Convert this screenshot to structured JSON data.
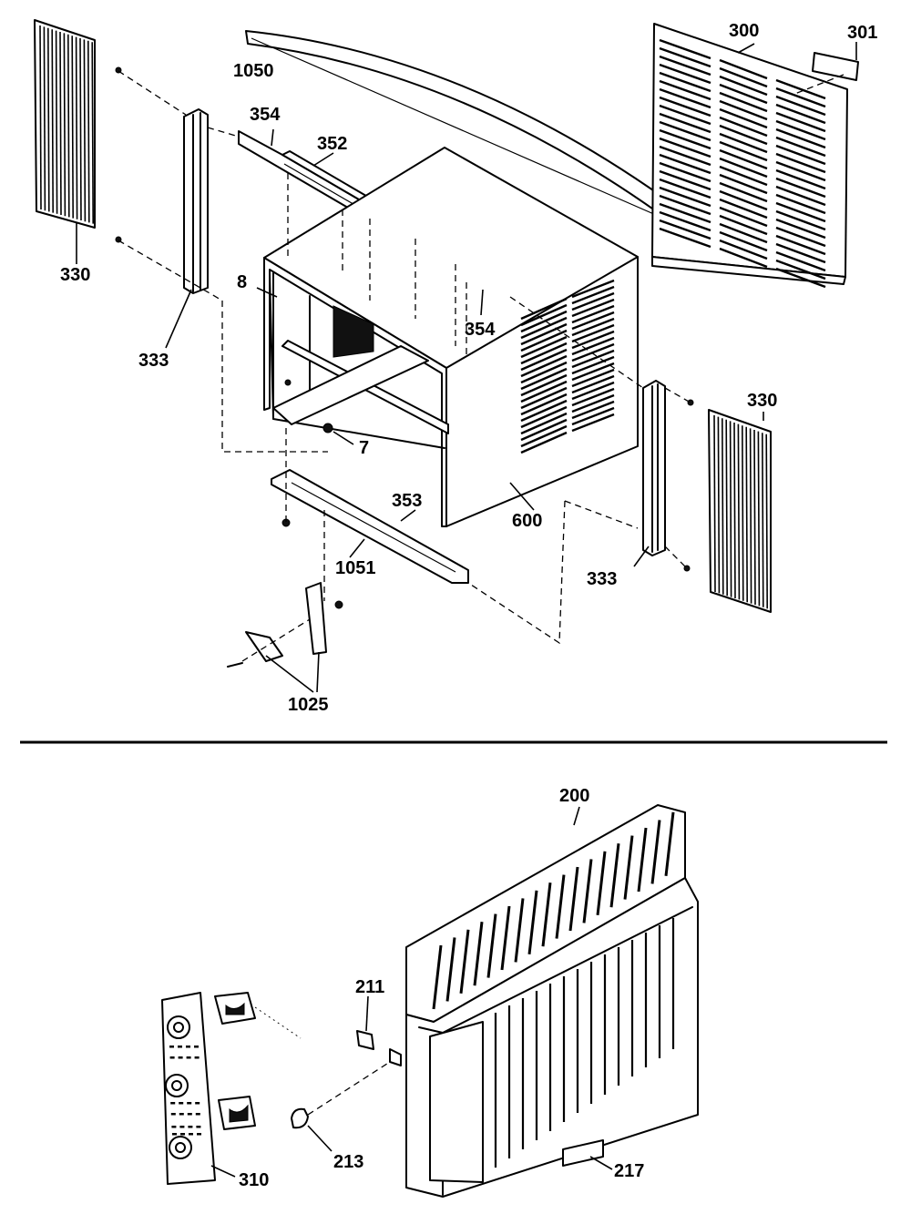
{
  "diagram": {
    "callouts": {
      "c1050": "1050",
      "c354a": "354",
      "c352": "352",
      "c300": "300",
      "c301": "301",
      "c330a": "330",
      "c333a": "333",
      "c8": "8",
      "c354b": "354",
      "c7": "7",
      "c330b": "330",
      "c353": "353",
      "c600": "600",
      "c1051": "1051",
      "c333b": "333",
      "c1025": "1025",
      "c200": "200",
      "c211": "211",
      "c213": "213",
      "c310": "310",
      "c217": "217"
    }
  }
}
